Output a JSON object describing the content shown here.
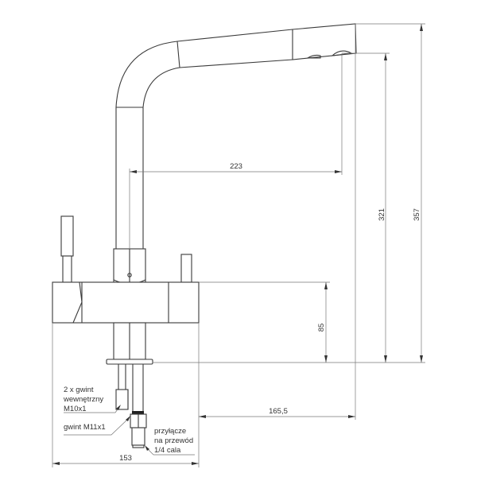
{
  "dimensions": {
    "reach": "223",
    "spout_outlet_height": "321",
    "total_height": "357",
    "body_height": "85",
    "spout_projection": "165,5",
    "body_width": "153"
  },
  "annotations": {
    "internal_thread": [
      "2 x gwint",
      "wewnętrzny",
      "M10x1"
    ],
    "thread": "gwint M11x1",
    "connector": [
      "przyłącze",
      "na przewód",
      "1/4 cala"
    ]
  }
}
